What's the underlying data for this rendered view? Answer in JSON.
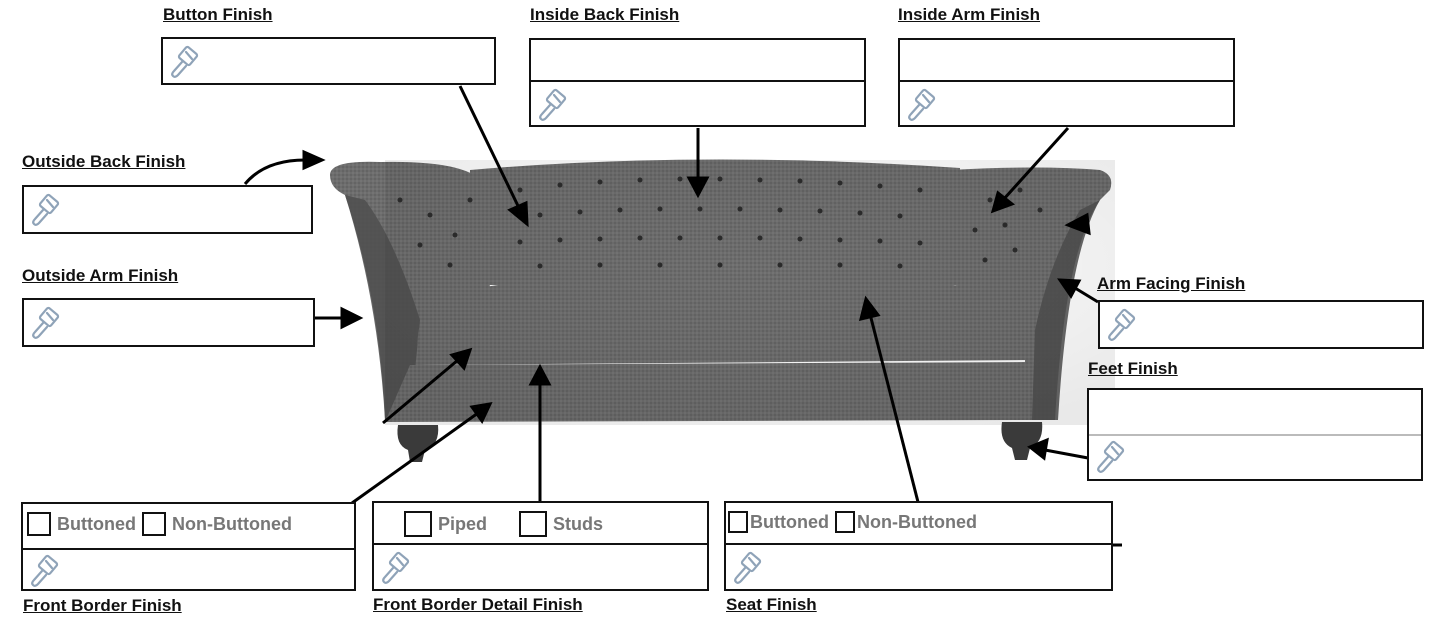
{
  "labels": {
    "button_finish": "Button Finish",
    "inside_back_finish": "Inside Back Finish",
    "inside_arm_finish": "Inside Arm Finish",
    "outside_back_finish": "Outside Back Finish",
    "outside_arm_finish": "Outside Arm Finish",
    "arm_facing_finish": "Arm Facing Finish",
    "feet_finish": "Feet Finish",
    "front_border_finish": "Front Border Finish",
    "front_border_detail_finish": "Front Border Detail Finish",
    "seat_finish": "Seat Finish"
  },
  "front_border_options": [
    "Buttoned",
    "Non-Buttoned"
  ],
  "front_border_detail_options": [
    "Piped",
    "Studs"
  ],
  "seat_options": [
    "Buttoned",
    "Non-Buttoned"
  ],
  "icons": {
    "finish_field": "paint-brush-icon"
  },
  "colors": {
    "sofa_fabric": "#6b6b6b",
    "sofa_dark": "#4a4a4a",
    "feet": "#3a3a3a",
    "icon": "#8fa3b8"
  }
}
